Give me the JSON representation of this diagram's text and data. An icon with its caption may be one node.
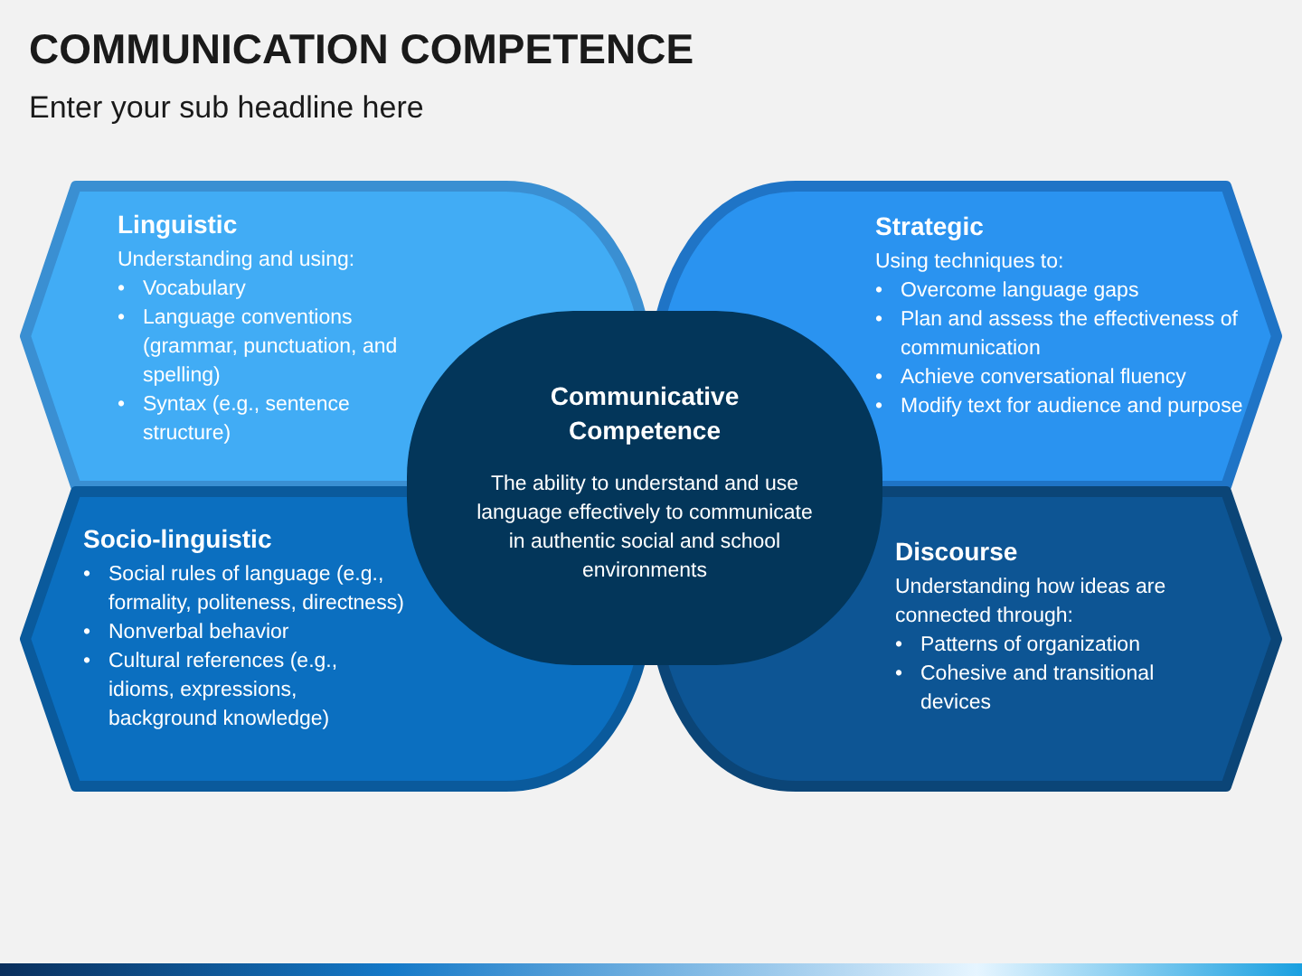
{
  "diagram": {
    "title": "COMMUNICATION COMPETENCE",
    "nodes": [
      {
        "text": [
          "Linguistic",
          "Understanding and using:",
          "• Vocabulary",
          "• Language conventions (grammar, punctuation, and spelling)",
          "• Syntax (e.g., sentence structure)"
        ]
      },
      {
        "text": [
          "Strategic",
          "Using techniques to:",
          "• Overcome language gaps",
          "• Plan and assess the effectiveness of communication",
          "• Achieve conversational fluency",
          "• Modify text for audience and purpose"
        ]
      },
      {
        "text": [
          "Communicative Competence",
          "The ability to understand and use language effectively to communicate in authentic social and school environments"
        ]
      },
      {
        "text": [
          "Socio-linguistic",
          "• Social rules of language (e.g., formality, politeness, directness)",
          "• Nonverbal behavior",
          "• Cultural references (e.g., idioms, expressions, background knowledge)"
        ]
      },
      {
        "text": [
          "Discourse",
          "Understanding how ideas are connected through:",
          "• Patterns of organization",
          "• Cohesive and transitional devices"
        ]
      }
    ],
    "labels": [
      "Enter your sub headline here"
    ]
  }
}
